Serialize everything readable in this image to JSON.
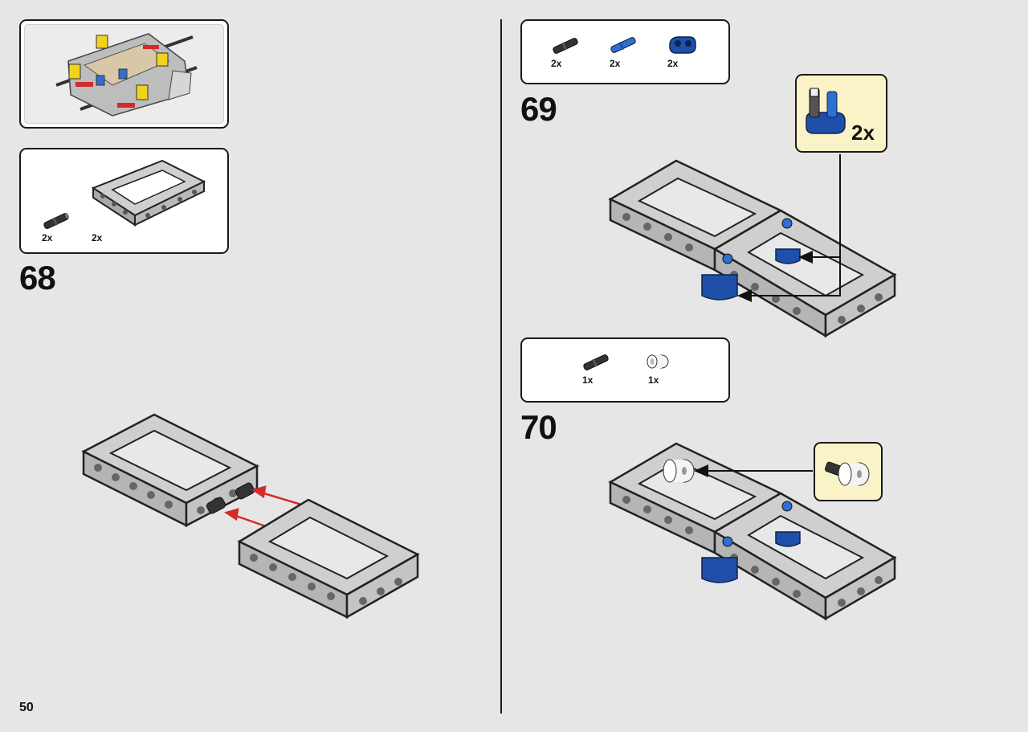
{
  "page_number": "50",
  "steps": [
    {
      "number": "68",
      "parts": [
        {
          "icon": "black-axle-pin-icon",
          "qty": "2x"
        },
        {
          "icon": "grey-5x7-open-frame-icon",
          "qty": "2x"
        }
      ]
    },
    {
      "number": "69",
      "parts": [
        {
          "icon": "black-axle-pin-icon",
          "qty": "2x"
        },
        {
          "icon": "blue-axle-pin-icon",
          "qty": "2x"
        },
        {
          "icon": "blue-double-bushing-icon",
          "qty": "2x"
        }
      ],
      "callout_qty": "2x"
    },
    {
      "number": "70",
      "parts": [
        {
          "icon": "black-axle-pin-icon",
          "qty": "1x"
        },
        {
          "icon": "white-bushing-icon",
          "qty": "1x"
        }
      ]
    }
  ],
  "colors": {
    "background": "#e6e6e6",
    "frame_grey": "#c9c9c9",
    "outline": "#1a1a1a",
    "callout_yellow": "#fbf3c8",
    "arrow_red": "#d42a2a",
    "technic_blue": "#1f4fa8"
  }
}
